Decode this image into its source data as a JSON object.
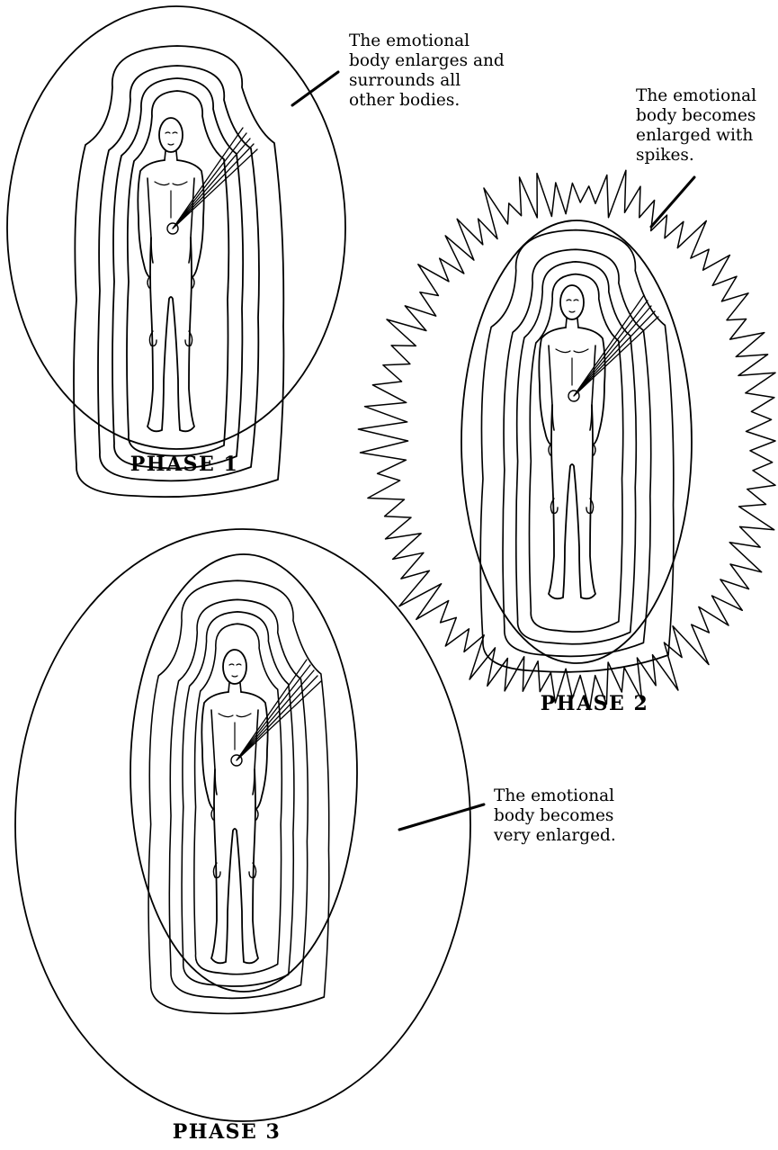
{
  "panels": [
    {
      "id": "phase-1",
      "title": "PHASE 1",
      "caption_lines": [
        "The emotional",
        "body enlarges and",
        "surrounds all",
        "other bodies."
      ],
      "spiked": false
    },
    {
      "id": "phase-2",
      "title": "PHASE 2",
      "caption_lines": [
        "The emotional",
        "body becomes",
        "enlarged with",
        "spikes."
      ],
      "spiked": true
    },
    {
      "id": "phase-3",
      "title": "PHASE 3",
      "caption_lines": [
        "The emotional",
        "body becomes",
        "very enlarged."
      ],
      "spiked": false
    }
  ],
  "colors": {
    "ink": "#000000",
    "background": "#ffffff"
  }
}
